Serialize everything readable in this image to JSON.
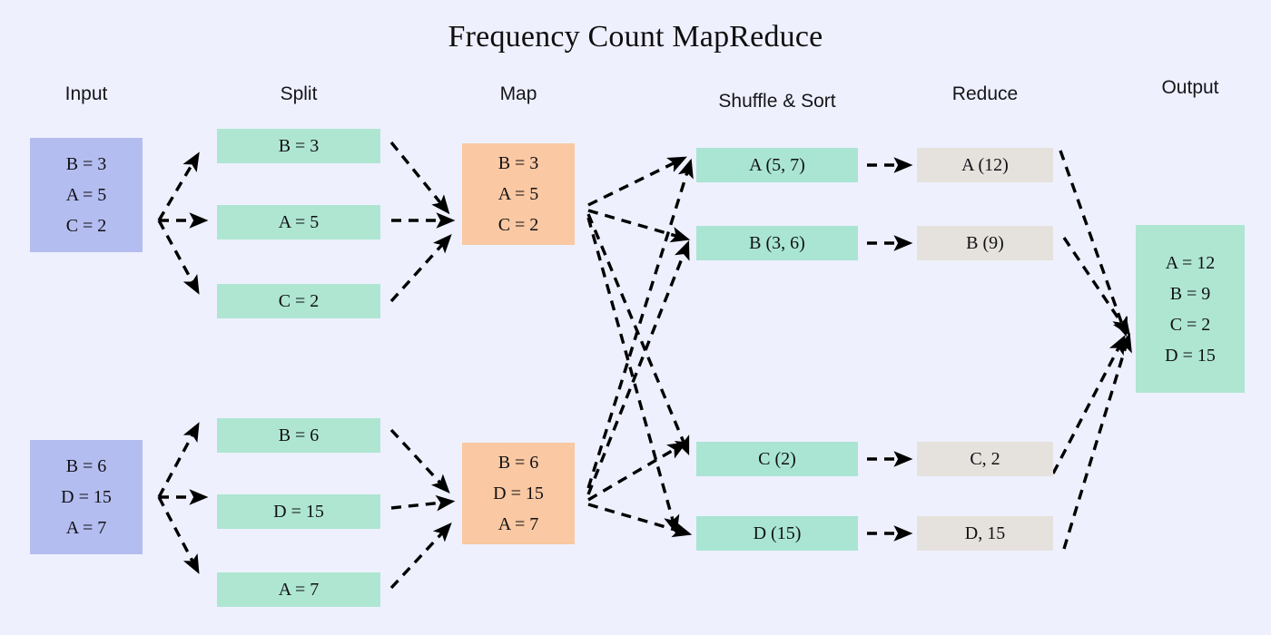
{
  "title": "Frequency Count MapReduce",
  "colors": {
    "background": "#eef0fd",
    "input": "#b4bdf0",
    "split": "#aee6d2",
    "map": "#fac8a2",
    "shuffle": "#a9e5d2",
    "reduce": "#e5e1dc",
    "output": "#aee6d2",
    "arrow": "#000000",
    "text": "#101014"
  },
  "headers": [
    {
      "id": "input",
      "label": "Input"
    },
    {
      "id": "split",
      "label": "Split"
    },
    {
      "id": "map",
      "label": "Map"
    },
    {
      "id": "shuffle",
      "label": "Shuffle & Sort"
    },
    {
      "id": "reduce",
      "label": "Reduce"
    },
    {
      "id": "output",
      "label": "Output"
    }
  ],
  "stages": {
    "input": {
      "blocks": [
        {
          "id": "input-1",
          "lines": [
            "B = 3",
            "A = 5",
            "C = 2"
          ]
        },
        {
          "id": "input-2",
          "lines": [
            "B = 6",
            "D = 15",
            "A = 7"
          ]
        }
      ]
    },
    "split": {
      "blocks": [
        {
          "id": "split-1",
          "lines": [
            "B = 3"
          ]
        },
        {
          "id": "split-2",
          "lines": [
            "A = 5"
          ]
        },
        {
          "id": "split-3",
          "lines": [
            "C = 2"
          ]
        },
        {
          "id": "split-4",
          "lines": [
            "B = 6"
          ]
        },
        {
          "id": "split-5",
          "lines": [
            "D = 15"
          ]
        },
        {
          "id": "split-6",
          "lines": [
            "A = 7"
          ]
        }
      ]
    },
    "map": {
      "blocks": [
        {
          "id": "map-1",
          "lines": [
            "B = 3",
            "A = 5",
            "C = 2"
          ]
        },
        {
          "id": "map-2",
          "lines": [
            "B = 6",
            "D = 15",
            "A = 7"
          ]
        }
      ]
    },
    "shuffle": {
      "blocks": [
        {
          "id": "shuffle-a",
          "lines": [
            "A (5, 7)"
          ]
        },
        {
          "id": "shuffle-b",
          "lines": [
            "B (3, 6)"
          ]
        },
        {
          "id": "shuffle-c",
          "lines": [
            "C (2)"
          ]
        },
        {
          "id": "shuffle-d",
          "lines": [
            "D (15)"
          ]
        }
      ]
    },
    "reduce": {
      "blocks": [
        {
          "id": "reduce-a",
          "lines": [
            "A (12)"
          ]
        },
        {
          "id": "reduce-b",
          "lines": [
            "B (9)"
          ]
        },
        {
          "id": "reduce-c",
          "lines": [
            "C, 2"
          ]
        },
        {
          "id": "reduce-d",
          "lines": [
            "D, 15"
          ]
        }
      ]
    },
    "output": {
      "blocks": [
        {
          "id": "output-1",
          "lines": [
            "A = 12",
            "B = 9",
            "C = 2",
            "D = 15"
          ]
        }
      ]
    }
  },
  "chart_data": {
    "type": "diagram",
    "title": "Frequency Count MapReduce",
    "stage_order": [
      "Input",
      "Split",
      "Map",
      "Shuffle & Sort",
      "Reduce",
      "Output"
    ],
    "edges": [
      {
        "from": "input-1",
        "to": "split-1"
      },
      {
        "from": "input-1",
        "to": "split-2"
      },
      {
        "from": "input-1",
        "to": "split-3"
      },
      {
        "from": "input-2",
        "to": "split-4"
      },
      {
        "from": "input-2",
        "to": "split-5"
      },
      {
        "from": "input-2",
        "to": "split-6"
      },
      {
        "from": "split-1",
        "to": "map-1"
      },
      {
        "from": "split-2",
        "to": "map-1"
      },
      {
        "from": "split-3",
        "to": "map-1"
      },
      {
        "from": "split-4",
        "to": "map-2"
      },
      {
        "from": "split-5",
        "to": "map-2"
      },
      {
        "from": "split-6",
        "to": "map-2"
      },
      {
        "from": "map-1",
        "to": "shuffle-a"
      },
      {
        "from": "map-1",
        "to": "shuffle-b"
      },
      {
        "from": "map-1",
        "to": "shuffle-c"
      },
      {
        "from": "map-1",
        "to": "shuffle-d"
      },
      {
        "from": "map-2",
        "to": "shuffle-a"
      },
      {
        "from": "map-2",
        "to": "shuffle-b"
      },
      {
        "from": "map-2",
        "to": "shuffle-c"
      },
      {
        "from": "map-2",
        "to": "shuffle-d"
      },
      {
        "from": "shuffle-a",
        "to": "reduce-a"
      },
      {
        "from": "shuffle-b",
        "to": "reduce-b"
      },
      {
        "from": "shuffle-c",
        "to": "reduce-c"
      },
      {
        "from": "shuffle-d",
        "to": "reduce-d"
      },
      {
        "from": "reduce-a",
        "to": "output-1"
      },
      {
        "from": "reduce-b",
        "to": "output-1"
      },
      {
        "from": "reduce-c",
        "to": "output-1"
      },
      {
        "from": "reduce-d",
        "to": "output-1"
      }
    ]
  }
}
